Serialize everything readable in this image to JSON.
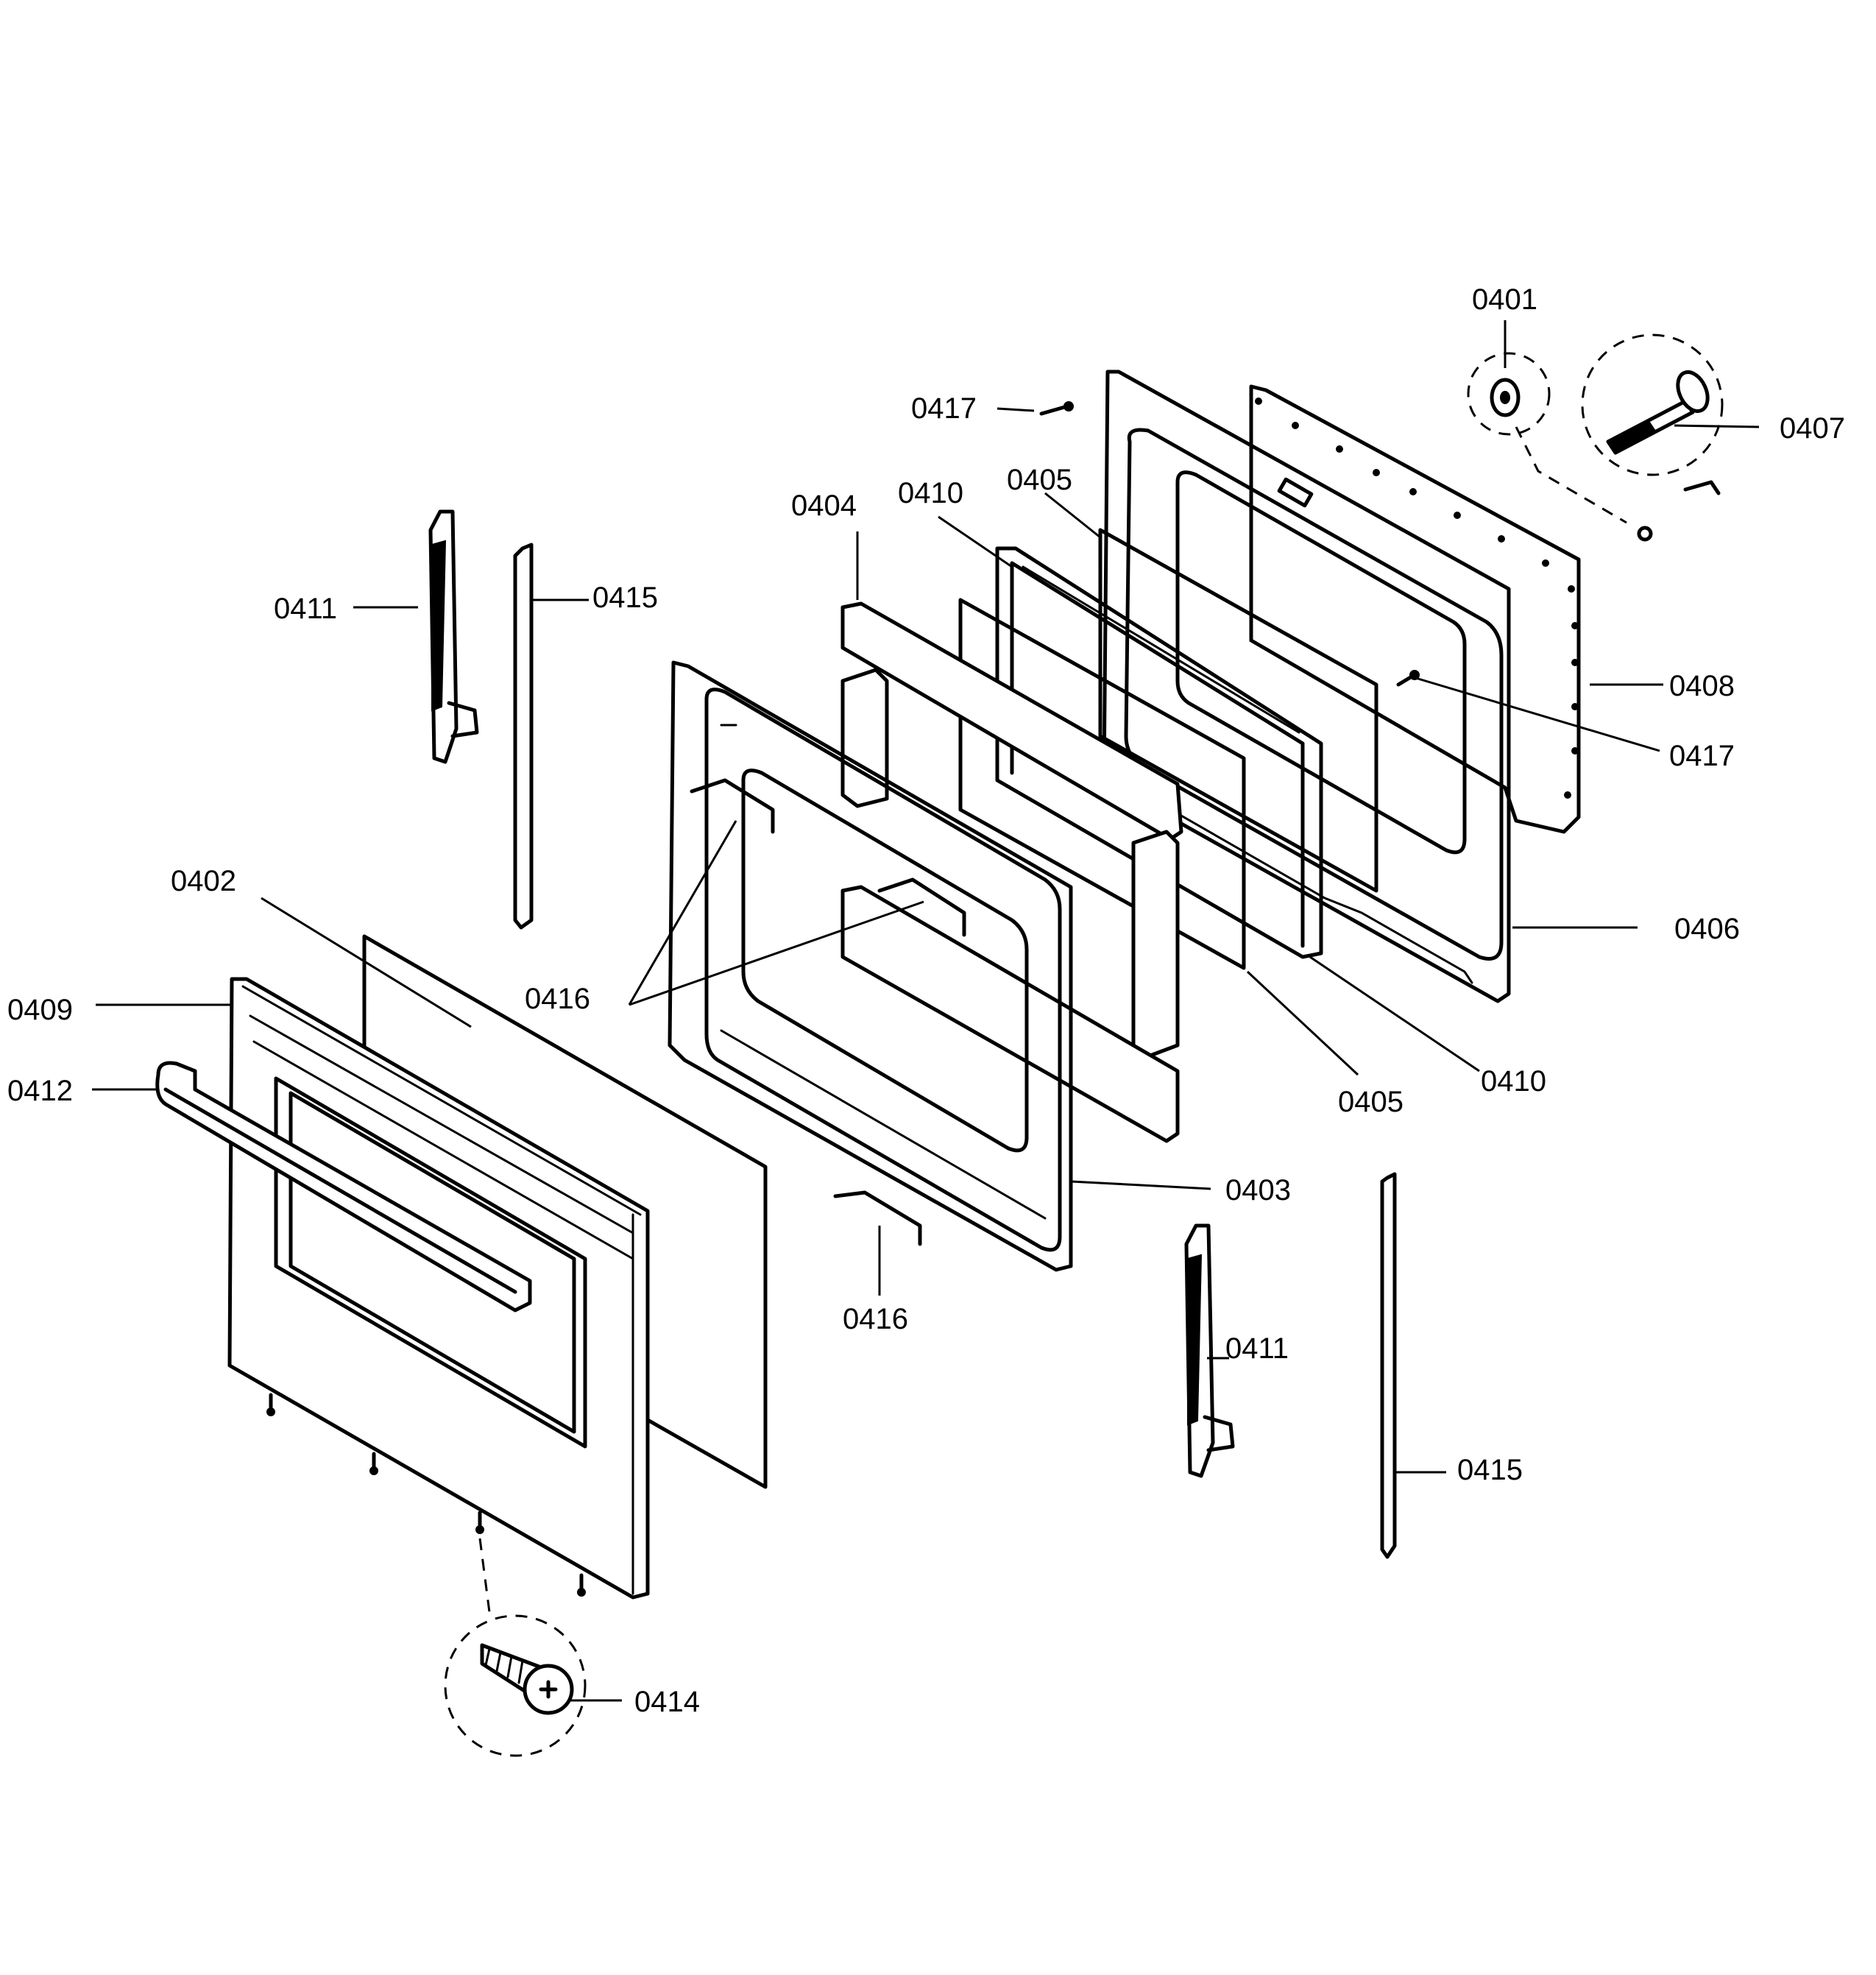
{
  "labels": [
    {
      "id": "c0401",
      "text": "0401"
    },
    {
      "id": "c0402",
      "text": "0402"
    },
    {
      "id": "c0403",
      "text": "0403"
    },
    {
      "id": "c0404",
      "text": "0404"
    },
    {
      "id": "c0405a",
      "text": "0405"
    },
    {
      "id": "c0405b",
      "text": "0405"
    },
    {
      "id": "c0406",
      "text": "0406"
    },
    {
      "id": "c0407",
      "text": "0407"
    },
    {
      "id": "c0408",
      "text": "0408"
    },
    {
      "id": "c0409",
      "text": "0409"
    },
    {
      "id": "c0410a",
      "text": "0410"
    },
    {
      "id": "c0410b",
      "text": "0410"
    },
    {
      "id": "c0411a",
      "text": "0411"
    },
    {
      "id": "c0411b",
      "text": "0411"
    },
    {
      "id": "c0412",
      "text": "0412"
    },
    {
      "id": "c0414",
      "text": "0414"
    },
    {
      "id": "c0415a",
      "text": "0415"
    },
    {
      "id": "c0415b",
      "text": "0415"
    },
    {
      "id": "c0416a",
      "text": "0416"
    },
    {
      "id": "c0416b",
      "text": "0416"
    },
    {
      "id": "c0417a",
      "text": "0417"
    },
    {
      "id": "c0417b",
      "text": "0417"
    }
  ],
  "parts": [
    {
      "id": "p-outer-door-panel",
      "label": "0409"
    },
    {
      "id": "p-front-glass",
      "label": "0402"
    },
    {
      "id": "p-handle",
      "label": "0412"
    },
    {
      "id": "p-door-frame",
      "label": "0403"
    },
    {
      "id": "p-insulation",
      "label": "0404"
    },
    {
      "id": "p-inner-glass-front",
      "label": "0405"
    },
    {
      "id": "p-glass-retainer",
      "label": "0410"
    },
    {
      "id": "p-inner-glass-rear",
      "label": "0405"
    },
    {
      "id": "p-door-liner",
      "label": "0406"
    },
    {
      "id": "p-back-panel",
      "label": "0408"
    },
    {
      "id": "p-hinge-left",
      "label": "0411"
    },
    {
      "id": "p-hinge-right",
      "label": "0411"
    },
    {
      "id": "p-side-trim-left",
      "label": "0415"
    },
    {
      "id": "p-side-trim-right",
      "label": "0415"
    },
    {
      "id": "p-screw",
      "label": "0414"
    },
    {
      "id": "p-bolt",
      "label": "0407"
    },
    {
      "id": "p-washer",
      "label": "0401"
    },
    {
      "id": "p-clip",
      "label": "0416"
    }
  ]
}
